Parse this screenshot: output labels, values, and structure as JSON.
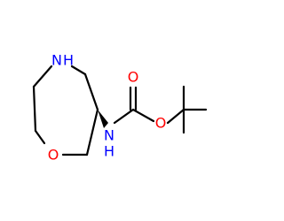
{
  "atom_colors": {
    "N": "#0000ff",
    "O": "#ff0000",
    "C": "#000000"
  },
  "labels": {
    "ring_nh": "N",
    "ring_h": "H",
    "ring_o": "O",
    "carbamate_n": "N",
    "carbamate_h": "H",
    "carbonyl_o": "O",
    "ester_o": "O"
  }
}
